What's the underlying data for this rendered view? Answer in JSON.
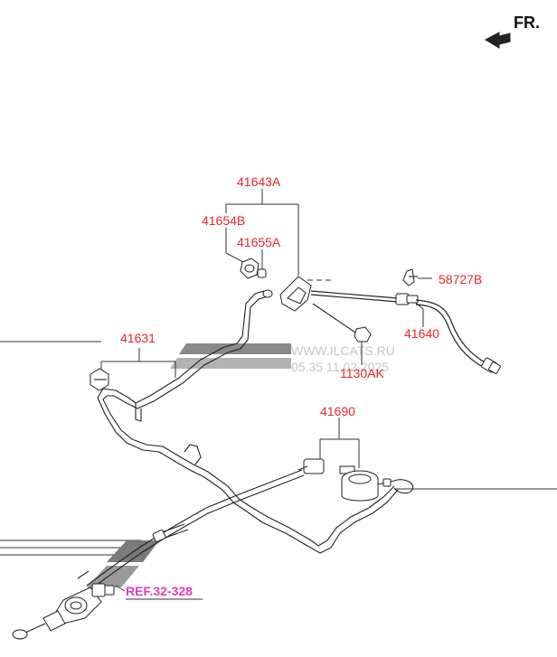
{
  "orientation": {
    "label": "FR.",
    "arrow_icon": "front-direction-arrow-icon"
  },
  "parts": [
    {
      "number": "41643A"
    },
    {
      "number": "41654B"
    },
    {
      "number": "41655A"
    },
    {
      "number": "58727B"
    },
    {
      "number": "41640"
    },
    {
      "number": "41631"
    },
    {
      "number": "1130AK"
    },
    {
      "number": "41690"
    }
  ],
  "reference": {
    "label": "REF.32-328"
  },
  "watermark": {
    "line1": "WWW.ILCATS.RU",
    "line2": "05.35 11.02.2025"
  },
  "colors": {
    "part_label": "#e8262a",
    "reference_label": "#e43bc8",
    "linework": "#222222",
    "watermark": "#c7c7c7"
  }
}
